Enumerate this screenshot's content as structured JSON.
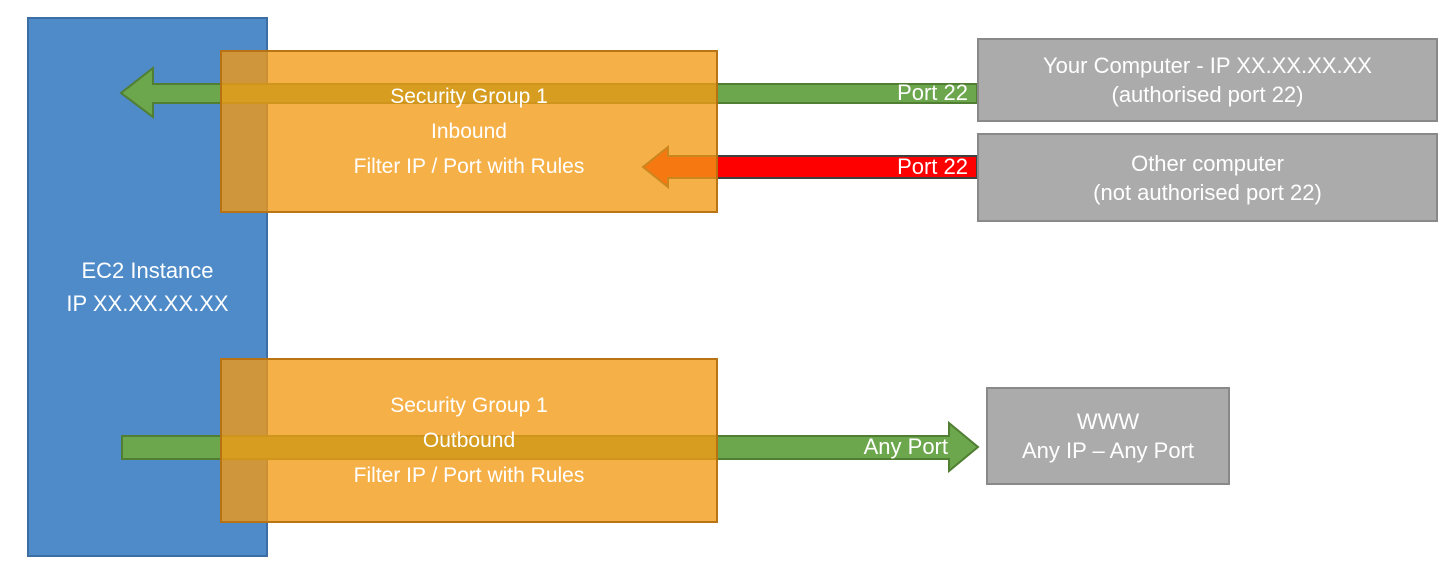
{
  "colors": {
    "blue_fill": "#4E8BC8",
    "blue_border": "#3D6EA3",
    "orange_fill": "rgba(243,154,21,0.78)",
    "orange_border": "rgba(178,110,14,0.9)",
    "green_fill": "#6CA74D",
    "green_border": "#507E32",
    "red_fill": "#FF0000",
    "red_border": "#404040",
    "gray_fill": "#ABABAB",
    "gray_border": "#898989"
  },
  "ec2_instance": {
    "line1": "EC2 Instance",
    "line2": "IP XX.XX.XX.XX"
  },
  "inbound_group": {
    "line1": "Security Group 1",
    "line2": "Inbound",
    "line3": "Filter IP / Port with Rules"
  },
  "outbound_group": {
    "line1": "Security Group 1",
    "line2": "Outbound",
    "line3": "Filter IP / Port with Rules"
  },
  "your_computer": {
    "line1": "Your Computer - IP XX.XX.XX.XX",
    "line2": "(authorised port 22)"
  },
  "other_computer": {
    "line1": "Other computer",
    "line2": "(not authorised port 22)"
  },
  "www": {
    "line1": "WWW",
    "line2": "Any IP – Any Port"
  },
  "flow_labels": {
    "inbound_allowed": "Port 22",
    "inbound_blocked": "Port 22",
    "outbound": "Any Port"
  }
}
